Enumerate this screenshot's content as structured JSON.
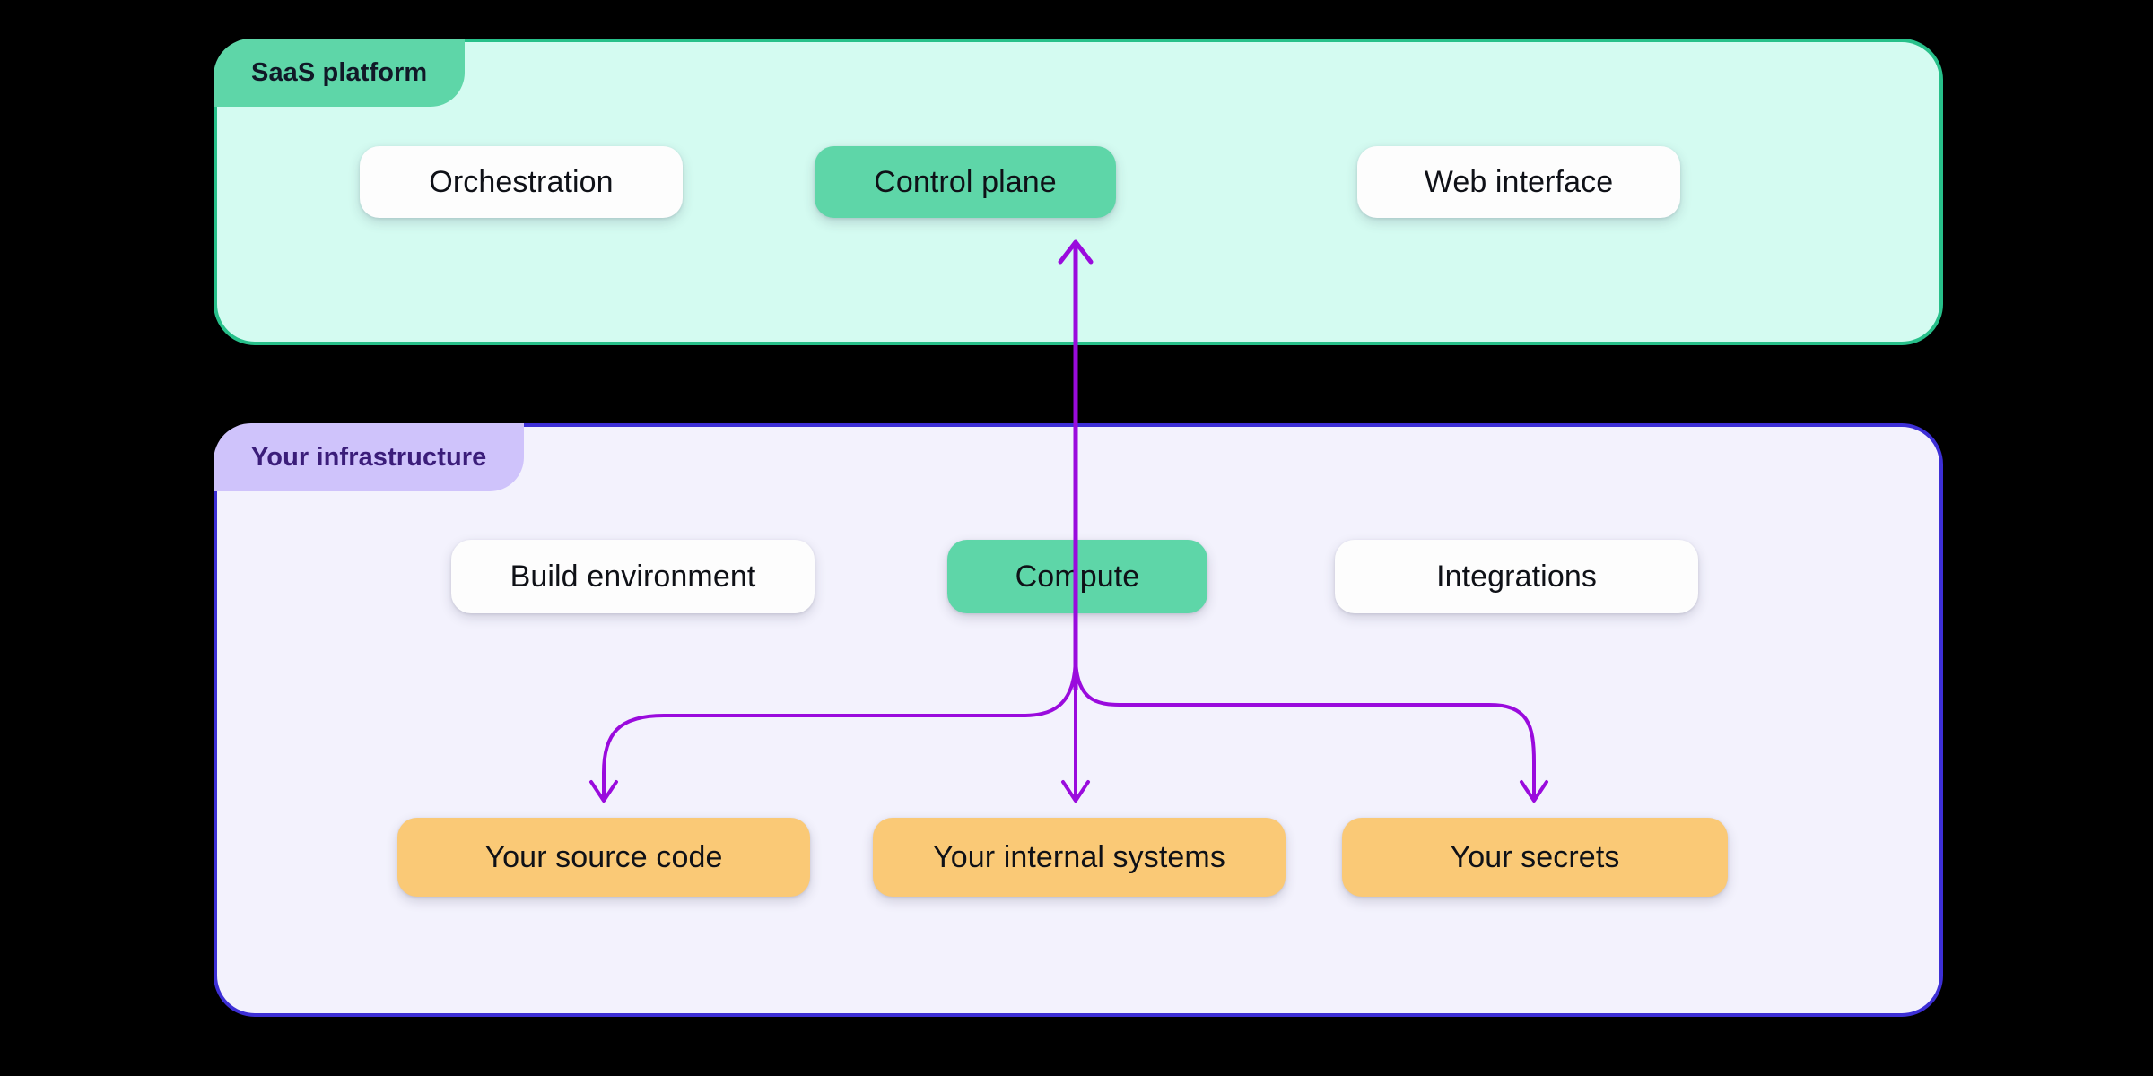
{
  "diagram": {
    "title": "SaaS platform and your infrastructure architecture",
    "background_color": "#000000",
    "panels": [
      {
        "id": "saas",
        "label": "SaaS platform",
        "badge_bg": "#5ed6a8",
        "badge_text_color": "#3b1d7a",
        "body_bg": "#d4fbf1",
        "border_color": "#27c08a",
        "nodes": [
          {
            "id": "orchestration",
            "label": "Orchestration",
            "style": "white"
          },
          {
            "id": "control-plane",
            "label": "Control plane",
            "style": "green"
          },
          {
            "id": "web-interface",
            "label": "Web interface",
            "style": "white"
          }
        ]
      },
      {
        "id": "infrastructure",
        "label": "Your infrastructure",
        "badge_bg": "#cfc3fb",
        "badge_text_color": "#3b1d7a",
        "body_bg": "#f3f2fd",
        "border_color": "#3d2fd6",
        "nodes": [
          {
            "id": "build-environment",
            "label": "Build environment",
            "style": "white"
          },
          {
            "id": "compute",
            "label": "Compute",
            "style": "green"
          },
          {
            "id": "integrations",
            "label": "Integrations",
            "style": "white"
          }
        ],
        "assets": [
          {
            "id": "your-source-code",
            "label": "Your source code",
            "style": "orange"
          },
          {
            "id": "your-internal-systems",
            "label": "Your internal systems",
            "style": "orange"
          },
          {
            "id": "your-secrets",
            "label": "Your secrets",
            "style": "orange"
          }
        ]
      }
    ],
    "connectors": {
      "color": "#9a0bdd",
      "edges": [
        {
          "from": "compute",
          "to": "control-plane",
          "direction": "up"
        },
        {
          "from": "compute",
          "to": "your-source-code",
          "direction": "down-left"
        },
        {
          "from": "compute",
          "to": "your-internal-systems",
          "direction": "down"
        },
        {
          "from": "compute",
          "to": "your-secrets",
          "direction": "down-right"
        }
      ]
    }
  }
}
